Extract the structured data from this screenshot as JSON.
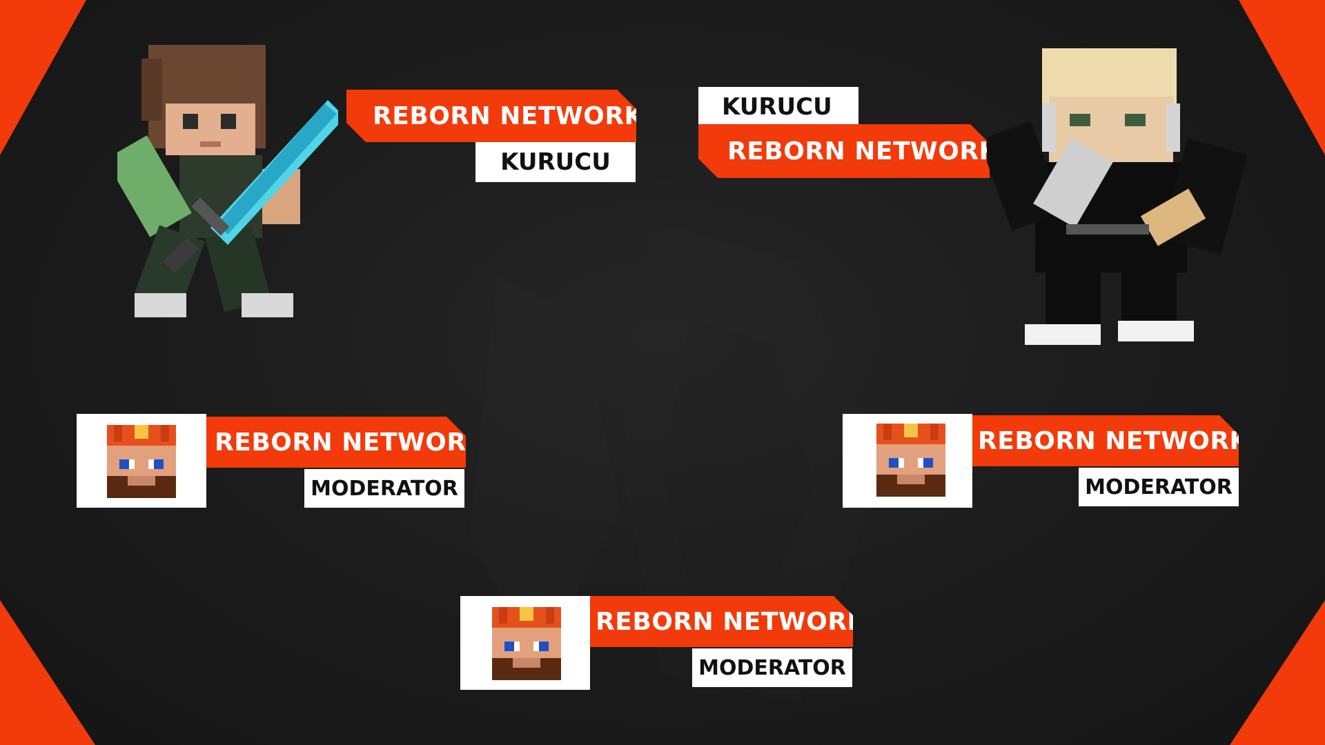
{
  "brand": {
    "accent": "#f23a0a",
    "background": "#1a1a1a"
  },
  "cards": {
    "founder_left": {
      "network": "REBORN NETWORK",
      "role": "KURUCU",
      "skin_icon": "diamond-sword-skin-icon"
    },
    "founder_right": {
      "network": "REBORN NETWORK",
      "role": "KURUCU",
      "skin_icon": "blonde-hoodie-skin-icon"
    },
    "mod_left": {
      "network": "REBORN NETWORK",
      "role": "MODERATOR",
      "avatar_icon": "crowned-head-icon"
    },
    "mod_right": {
      "network": "REBORN NETWORK",
      "role": "MODERATOR",
      "avatar_icon": "crowned-head-icon"
    },
    "mod_center": {
      "network": "REBORN NETWORK",
      "role": "MODERATOR",
      "avatar_icon": "crowned-head-icon"
    }
  }
}
